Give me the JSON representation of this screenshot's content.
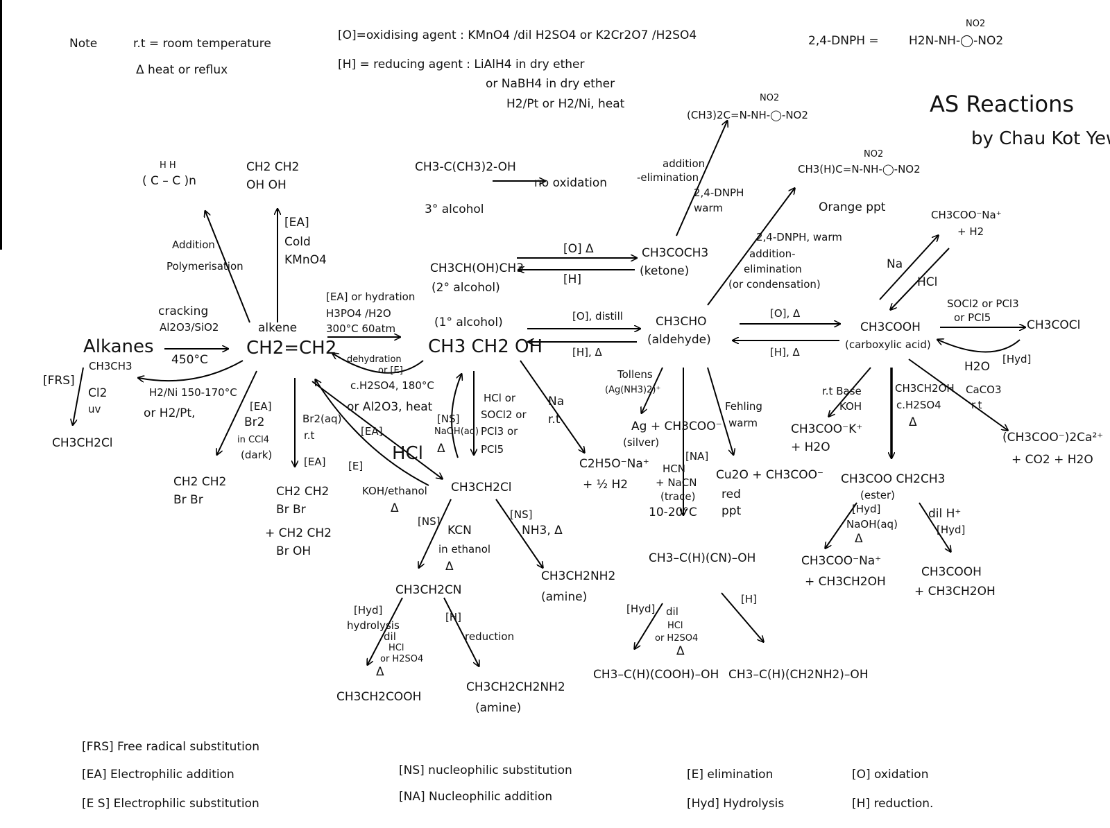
{
  "notes": {
    "note_label": "Note",
    "rt": "r.t = room temperature",
    "heat": "Δ heat or reflux",
    "ox": "[O]=oxidising agent : KMnO4 /dil H2SO4 or K2Cr2O7 /H2SO4",
    "red1": "[H] = reducing agent : LiAlH4 in dry ether",
    "red2": "or NaBH4 in dry ether",
    "red3": "H2/Pt or H2/Ni, heat",
    "dnph_label": "2,4-DNPH =",
    "dnph_formula": "H2N-NH-◯-NO2",
    "dnph_no2": "NO2"
  },
  "title": {
    "line1": "AS Reactions",
    "line2": "by Chau Kot Yew"
  },
  "nodes": {
    "alkanes": "Alkanes",
    "ethane": "CH3CH3",
    "chloroethane_frs": "CH3CH2Cl",
    "alkene_label": "alkene",
    "alkene": "CH2=CH2",
    "polymer": "( C – C )n",
    "polymer_h": "H H",
    "diol_top": "CH2 CH2",
    "diol_bottom": "OH OH",
    "dibromo_top": "CH2 CH2",
    "dibromo_bottom": "Br Br",
    "bromo_top": "CH2 CH2",
    "bromo_mid": "Br Br",
    "bromo_plus": "+ CH2 CH2",
    "bromo_bottom": "Br OH",
    "tert_alc_formula": "CH3-C(CH3)2-OH",
    "tert_alc_label": "3° alcohol",
    "no_ox": "no oxidation",
    "sec_alc_formula": "CH3CH(OH)CH3",
    "sec_alc_label": "(2° alcohol)",
    "ketone_formula": "CH3COCH3",
    "ketone_label": "(ketone)",
    "ketone_hydrazone": "(CH3)2C=N-NH-◯-NO2",
    "ketone_hydrazone_no2": "NO2",
    "prim_alc_label": "(1° alcohol)",
    "prim_alc_formula": "CH3 CH2 OH",
    "aldehyde_formula": "CH3CHO",
    "aldehyde_label": "(aldehyde)",
    "ald_hydrazone": "CH3(H)C=N-NH-◯-NO2",
    "ald_hydrazone_no2": "NO2",
    "orange_ppt": "Orange ppt",
    "acid_formula": "CH3COOH",
    "acid_label": "(carboxylic acid)",
    "sodium_salt": "CH3COO⁻Na⁺",
    "sodium_salt_h2": "+ H2",
    "acyl_chloride": "CH3COCl",
    "potassium_salt": "CH3COO⁻K⁺",
    "potassium_salt_water": "+ H2O",
    "calcium_salt": "(CH3COO⁻)2Ca²⁺",
    "calcium_salt_extra": "+ CO2 + H2O",
    "ester_formula": "CH3COO CH2CH3",
    "ester_label": "(ester)",
    "ester_base_p1": "CH3COO⁻Na⁺",
    "ester_base_p2": "+ CH3CH2OH",
    "ester_acid_p1": "CH3COOH",
    "ester_acid_p2": "+ CH3CH2OH",
    "chloroethane": "CH3CH2Cl",
    "sodium_ethoxide": "C2H5O⁻Na⁺",
    "sodium_ethoxide_h2": "+ ½ H2",
    "nitrile": "CH3CH2CN",
    "amine1": "CH3CH2NH2",
    "amine1_label": "(amine)",
    "propanoic": "CH3CH2COOH",
    "amine2": "CH3CH2CH2NH2",
    "amine2_label": "(amine)",
    "silver": "Ag + CH3COO⁻",
    "silver_label": "(silver)",
    "copper": "Cu2O + CH3COO⁻",
    "copper_label1": "red",
    "copper_label2": "ppt",
    "cyanohydrin": "CH3–C(H)(CN)–OH",
    "hydroxyacid": "CH3–C(H)(COOH)–OH",
    "aminoalcohol": "CH3–C(H)(CH2NH2)–OH"
  },
  "conditions": {
    "cracking1": "cracking",
    "cracking2": "Al2O3/SiO2",
    "cracking3": "450°C",
    "hydrogenation1": "H2/Ni 150-170°C",
    "hydrogenation2": "or H2/Pt,",
    "frs": "[FRS]",
    "cl2": "Cl2",
    "uv": "uv",
    "add_poly1": "Addition",
    "add_poly2": "Polymerisation",
    "kmno4_1": "[EA]",
    "kmno4_2": "Cold",
    "kmno4_3": "KMnO4",
    "hydration1": "[EA] or hydration",
    "hydration2": "H3PO4 /H2O",
    "hydration3": "300°C 60atm",
    "dehydration1": "dehydration",
    "dehydration2": "or [E]",
    "dehydration3": "c.H2SO4, 180°C",
    "dehydration4": "or Al2O3, heat",
    "br2_ccl4_1": "[EA]",
    "br2_ccl4_2": "Br2",
    "br2_ccl4_3": "in CCl4",
    "br2_ccl4_4": "(dark)",
    "br2_aq1": "Br2(aq)",
    "br2_aq2": "r.t",
    "br2_aq3": "[EA]",
    "hcl_ea": "[EA]",
    "hcl": "HCl",
    "koh1": "[E]",
    "koh2": "KOH/ethanol",
    "koh3": "Δ",
    "ns_naoh1": "[NS]",
    "ns_naoh2": "NaOH(aq)",
    "ns_naoh3": "Δ",
    "hcl_socl2_1": "HCl or",
    "hcl_socl2_2": "SOCl2 or",
    "hcl_socl2_3": "PCl3 or",
    "hcl_socl2_4": "PCl5",
    "na1": "Na",
    "na2": "r.t",
    "kcn1": "[NS]",
    "kcn2": "KCN",
    "kcn3": "in ethanol",
    "kcn4": "Δ",
    "nh3_1": "[NS]",
    "nh3_2": "NH3, Δ",
    "hyd_nitrile1": "[Hyd]",
    "hyd_nitrile2": "hydrolysis",
    "hyd_nitrile3": "dil",
    "hyd_nitrile4": "HCl",
    "hyd_nitrile5": "or H2SO4",
    "hyd_nitrile6": "Δ",
    "red_nitrile1": "[H]",
    "red_nitrile2": "reduction",
    "ox_sec": "[O] Δ",
    "red_sec": "[H]",
    "ox_prim": "[O], distill",
    "red_prim": "[H], Δ",
    "ox_ald": "[O], Δ",
    "red_ald": "[H], Δ",
    "no_ox_arrow": "no oxidation",
    "dnph_ket1": "addition",
    "dnph_ket2": "-elimination",
    "dnph_ket3": "2,4-DNPH",
    "dnph_ket4": "warm",
    "dnph_ald1": "2,4-DNPH, warm",
    "dnph_ald2": "addition-",
    "dnph_ald3": "elimination",
    "dnph_ald4": "(or condensation)",
    "tollens1": "Tollens",
    "tollens2": "(Ag(NH3)2)⁺",
    "fehling1": "Fehling",
    "fehling2": "warm",
    "hcn1": "[NA]",
    "hcn2": "HCN",
    "hcn3": "+ NaCN",
    "hcn4": "(trace)",
    "hcn5": "10-20°C",
    "na_acid": "Na",
    "hcl_acid": "HCl",
    "socl2_1": "SOCl2 or PCl3",
    "socl2_2": "or PCl5",
    "hyd_acyl1": "H2O",
    "hyd_acyl2": "[Hyd]",
    "base1": "r.t Base",
    "base2": "KOH",
    "ester1": "CH3CH2OH",
    "ester2": "c.H2SO4",
    "ester3": "Δ",
    "caco3_1": "CaCO3",
    "caco3_2": "r.t",
    "ester_naoh1": "[Hyd]",
    "ester_naoh2": "NaOH(aq)",
    "ester_naoh3": "Δ",
    "ester_acid1": "dil H⁺",
    "ester_acid2": "[Hyd]",
    "cyan_hyd1": "[Hyd]",
    "cyan_hyd2": "dil",
    "cyan_hyd3": "HCl",
    "cyan_hyd4": "or H2SO4",
    "cyan_hyd5": "Δ",
    "cyan_red": "[H]"
  },
  "legend": {
    "frs": "[FRS]  Free radical substitution",
    "ea": "[EA]  Electrophilic addition",
    "es": "[E S]  Electrophilic substitution",
    "ns": "[NS]  nucleophilic substitution",
    "na": "[NA]  Nucleophilic addition",
    "e": "[E] elimination",
    "hyd": "[Hyd]  Hydrolysis",
    "o": "[O] oxidation",
    "h": "[H] reduction."
  }
}
